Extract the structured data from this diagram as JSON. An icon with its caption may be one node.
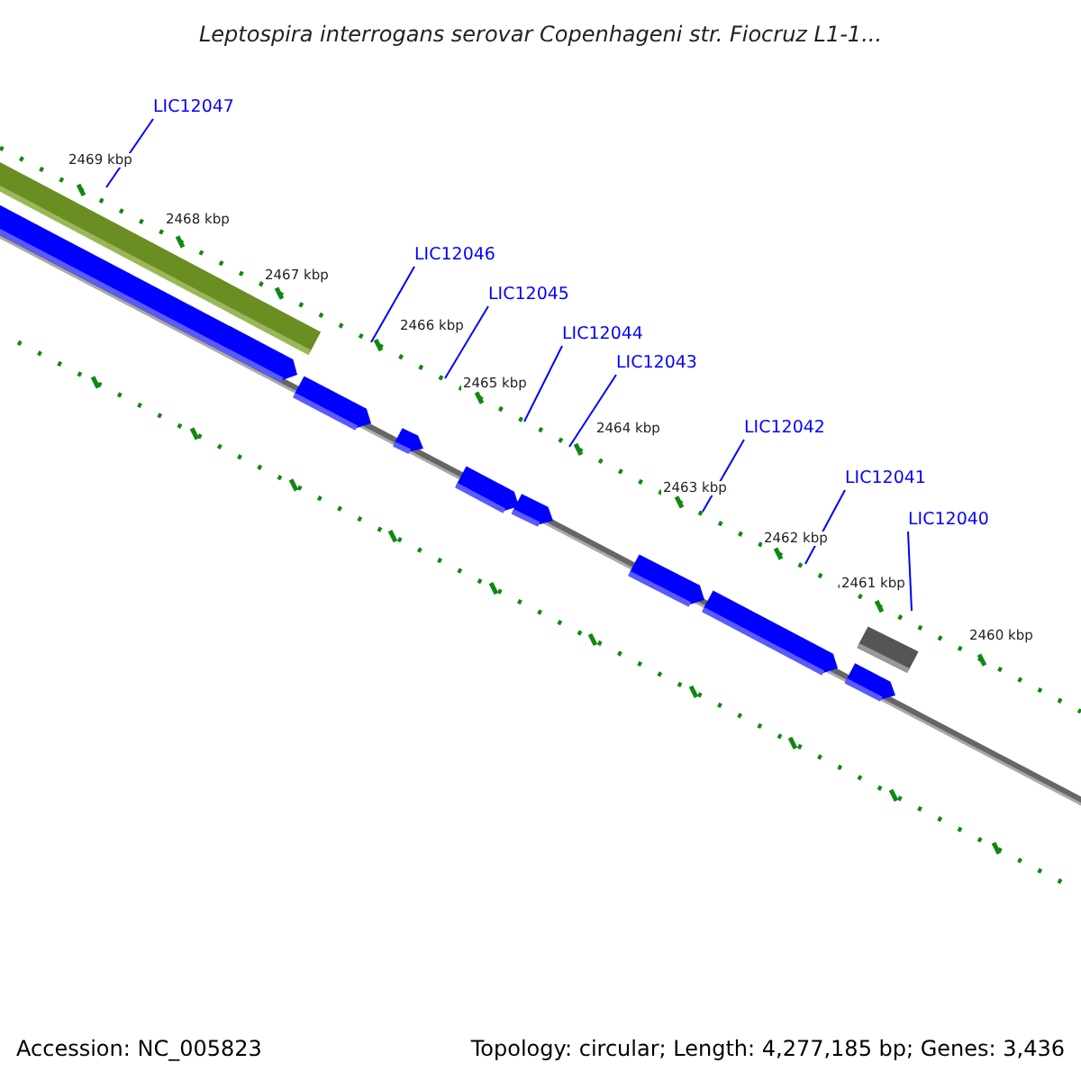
{
  "diagram": {
    "title": "Leptospira interrogans serovar Copenhageni str. Fiocruz L1-1...",
    "nodes": [
      {
        "text": [
          "LIC12047"
        ]
      },
      {
        "text": [
          "LIC12046"
        ]
      },
      {
        "text": [
          "LIC12045"
        ]
      },
      {
        "text": [
          "LIC12044"
        ]
      },
      {
        "text": [
          "LIC12043"
        ]
      },
      {
        "text": [
          "LIC12042"
        ]
      },
      {
        "text": [
          "LIC12041"
        ]
      },
      {
        "text": [
          "LIC12040"
        ]
      }
    ],
    "edges": [
      {
        "from": 0,
        "to": null,
        "arrow": "none"
      },
      {
        "from": 1,
        "to": null,
        "arrow": "none"
      },
      {
        "from": 2,
        "to": null,
        "arrow": "none"
      },
      {
        "from": 3,
        "to": null,
        "arrow": "none"
      },
      {
        "from": 4,
        "to": null,
        "arrow": "none"
      },
      {
        "from": 5,
        "to": null,
        "arrow": "none"
      },
      {
        "from": 6,
        "to": null,
        "arrow": "none"
      },
      {
        "from": 7,
        "to": null,
        "arrow": "none"
      }
    ],
    "labels": [
      "2469 kbp",
      "2468 kbp",
      "2467 kbp",
      "2466 kbp",
      "2465 kbp",
      "2464 kbp",
      "2463 kbp",
      "2462 kbp",
      "2461 kbp",
      "2460 kbp",
      "Accession: NC_005823",
      "Topology: circular; Length: 4,277,185 bp; Genes: 3,436"
    ]
  }
}
